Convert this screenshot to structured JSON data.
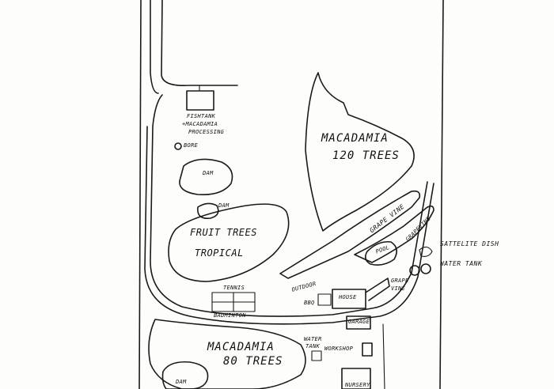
{
  "map": {
    "labels": {
      "fishtank_line1": "FISHTANK",
      "fishtank_line2": "+MACADAMIA",
      "fishtank_line3": "PROCESSING",
      "bore": "BORE",
      "dam_upper": "DAM",
      "dam_small": "DAM",
      "dam_bottom": "DAM",
      "fruit_line1": "FRUIT TREES",
      "fruit_line2": "TROPICAL",
      "macadamia_top_line1": "MACADAMIA",
      "macadamia_top_line2": "120 TREES",
      "grapevine_1": "GRAPE VINE",
      "grapevine_2": "GRAPEVINE",
      "grapevine_3_line1": "GRAPE",
      "grapevine_3_line2": "VINE",
      "satellite_dish": "SATTELITE DISH",
      "water_tank_right": "WATER TANK",
      "pool": "POOL",
      "outdoor_line1": "OUTDOOR",
      "outdoor_line2": "BBQ",
      "house": "HOUSE",
      "garage": "GARAGE",
      "tennis": "TENNIS",
      "badminton": "BADMINTON",
      "water_tank_line1": "WATER",
      "water_tank_line2": "TANK",
      "workshop": "WORKSHOP",
      "macadamia_bottom_line1": "MACADAMIA",
      "macadamia_bottom_line2": "80 TREES",
      "nursery_partial": "NURSERY"
    }
  }
}
